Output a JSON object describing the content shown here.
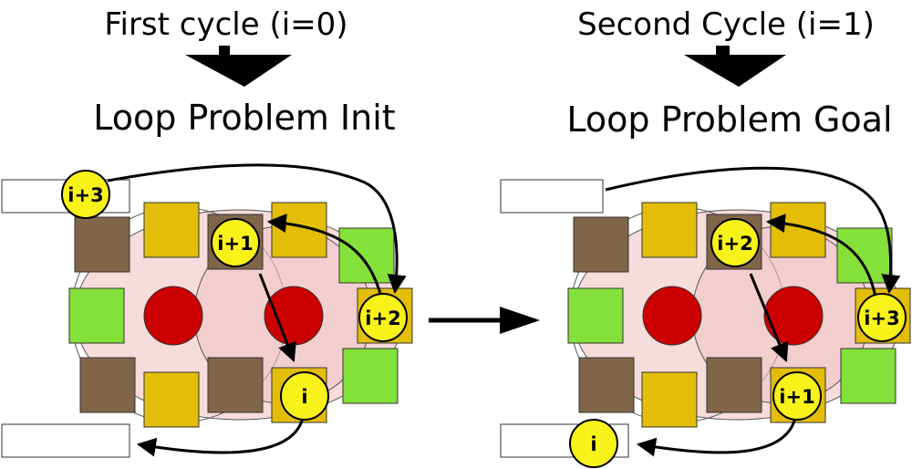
{
  "colors": {
    "background": "#ffffff",
    "slot_brown": "#806548",
    "slot_gold": "#e3bd08",
    "slot_green": "#83e13a",
    "center_red": "#cc0000",
    "ring_fill": "#f7dcdc",
    "inner_overlap_fill": "#f0c4c4",
    "token_fill": "#f8f21a",
    "arrow": "#000000"
  },
  "panels": [
    {
      "cycle_label": "First cycle (i=0)",
      "state_label": "Loop Problem Init",
      "tokens": [
        "i+3",
        "i+1",
        "i+2",
        "i"
      ]
    },
    {
      "cycle_label": "Second Cycle (i=1)",
      "state_label": "Loop Problem Goal",
      "tokens": [
        "i+2",
        "i+3",
        "i+1",
        "i"
      ]
    }
  ],
  "transition_icon": "right-arrow-icon",
  "heading_icon": "down-arrow-icon"
}
